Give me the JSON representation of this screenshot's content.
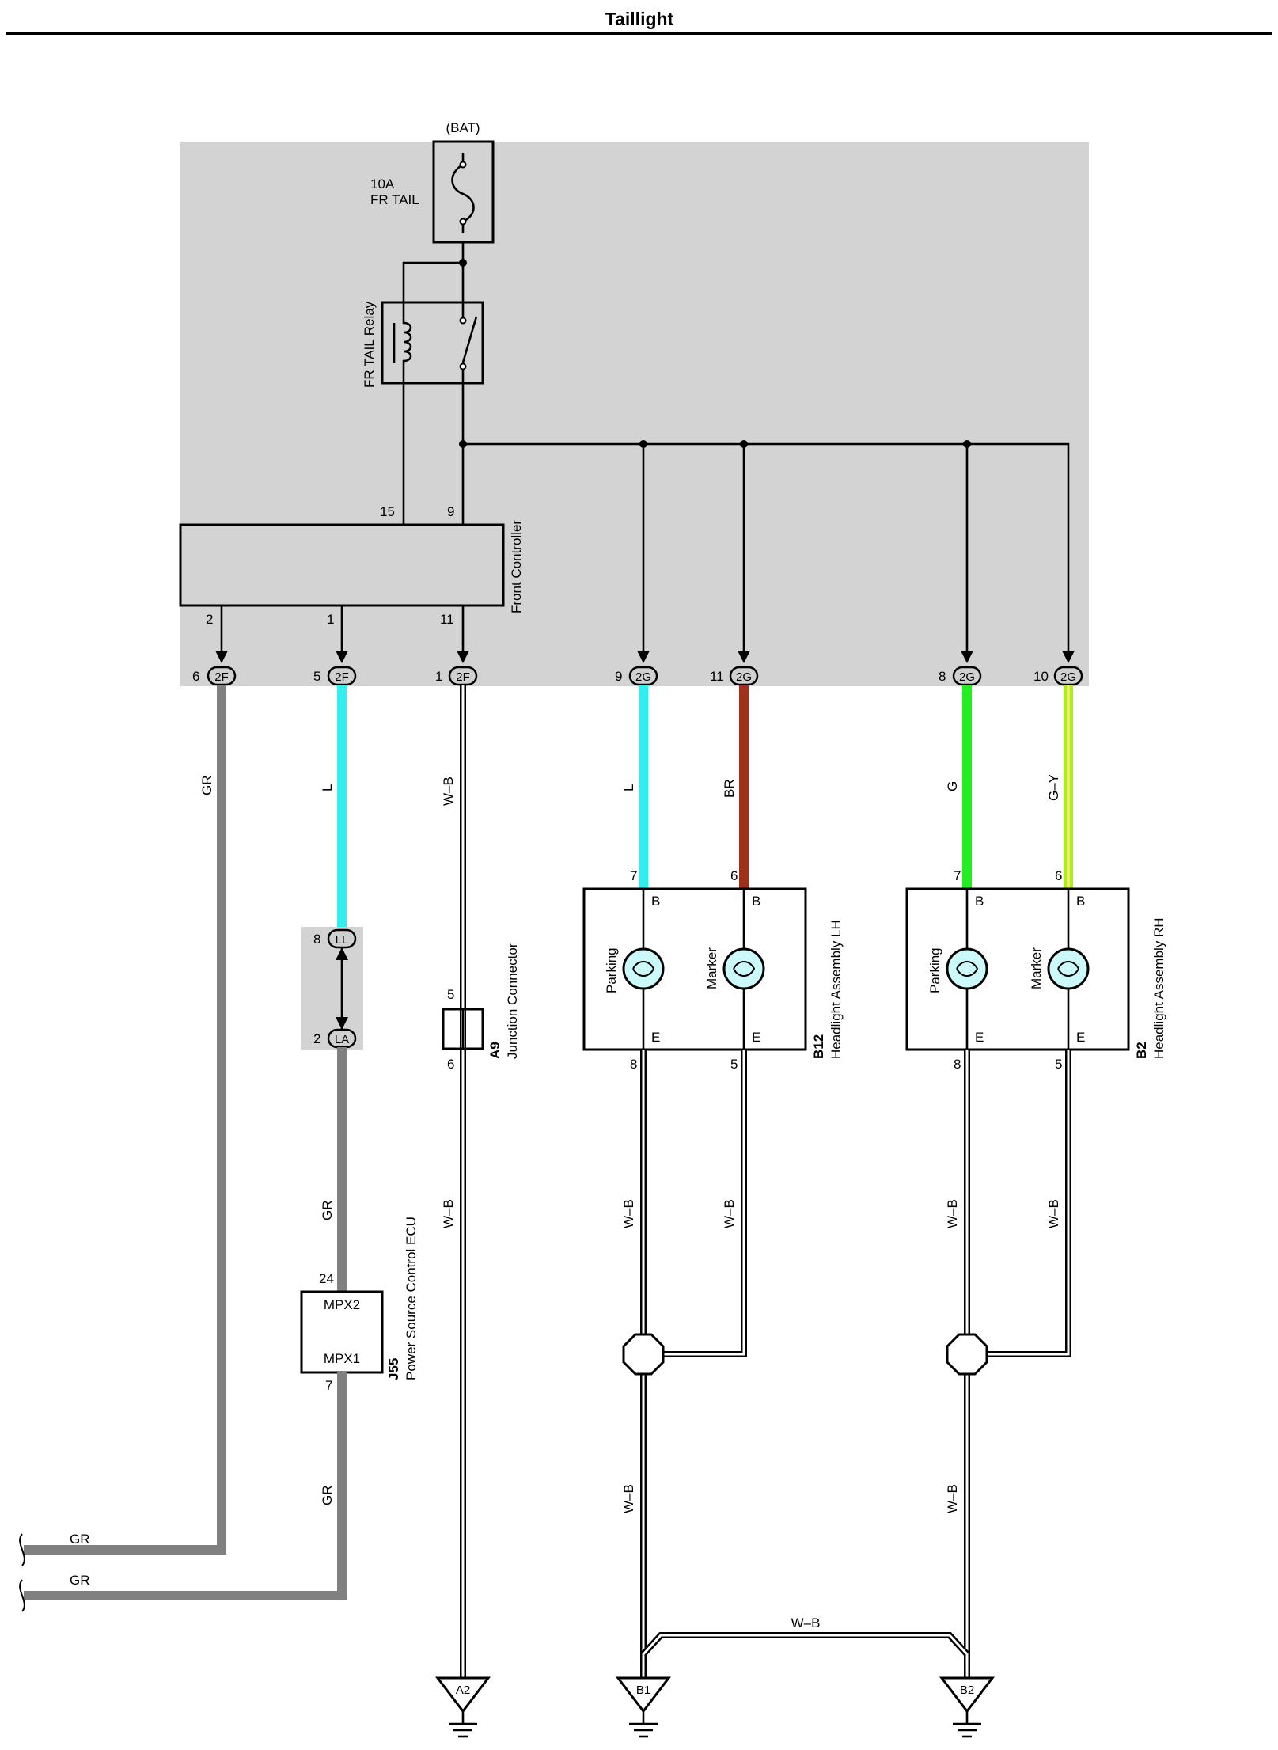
{
  "title": "Taillight",
  "fuse": {
    "supply": "(BAT)",
    "rating": "10A",
    "name": "FR TAIL"
  },
  "relay": {
    "name": "FR TAIL Relay"
  },
  "front_controller": {
    "name": "Front Controller",
    "pins": [
      "15",
      "9",
      "2",
      "1",
      "11"
    ]
  },
  "connectors": [
    {
      "pin": "6",
      "id": "2F"
    },
    {
      "pin": "5",
      "id": "2F"
    },
    {
      "pin": "1",
      "id": "2F"
    },
    {
      "pin": "9",
      "id": "2G"
    },
    {
      "pin": "11",
      "id": "2G"
    },
    {
      "pin": "8",
      "id": "2G"
    },
    {
      "pin": "10",
      "id": "2G"
    }
  ],
  "wire_colors": {
    "GR": "#808080",
    "L": "#33eeee",
    "BR": "#a0301a",
    "G": "#22ee22",
    "G-Y_outer": "#aaee22",
    "G-Y_inner": "#eeee66",
    "W-B": "#ffffff"
  },
  "wires": {
    "gr_main": "GR",
    "l_main": "L",
    "wb_a": "W–B",
    "l_lh": "L",
    "br_lh": "BR",
    "g_rh": "G",
    "gy_rh": "G–Y",
    "gr_j55_top": "GR",
    "gr_j55_bottom": "GR",
    "wb_a_lower": "W–B",
    "wb_lh_8": "W–B",
    "wb_lh_5": "W–B",
    "wb_rh_8": "W–B",
    "wb_rh_5": "W–B",
    "wb_lh_ground": "W–B",
    "wb_rh_ground": "W–B",
    "wb_bridge": "W–B",
    "gr_left_1": "GR",
    "gr_left_2": "GR"
  },
  "junction_ll_la": {
    "top_pin": "8",
    "top_id": "LL",
    "bottom_pin": "2",
    "bottom_id": "LA"
  },
  "a9": {
    "code": "A9",
    "name": "Junction Connector",
    "pin_top": "5",
    "pin_bottom": "6"
  },
  "j55": {
    "code": "J55",
    "name": "Power Source Control ECU",
    "label_top": "MPX2",
    "label_bottom": "MPX1",
    "pin_top": "24",
    "pin_bottom": "7"
  },
  "headlight_lh": {
    "code": "B12",
    "name": "Headlight Assembly LH",
    "lamp1": "Parking",
    "lamp2": "Marker",
    "pin_in1": "7",
    "pin_in2": "6",
    "pin_out1": "8",
    "pin_out2": "5",
    "term_b": "B",
    "term_e": "E"
  },
  "headlight_rh": {
    "code": "B2",
    "name": "Headlight Assembly RH",
    "lamp1": "Parking",
    "lamp2": "Marker",
    "pin_in1": "7",
    "pin_in2": "6",
    "pin_out1": "8",
    "pin_out2": "5",
    "term_b": "B",
    "term_e": "E"
  },
  "grounds": [
    "A2",
    "B1",
    "B2"
  ]
}
